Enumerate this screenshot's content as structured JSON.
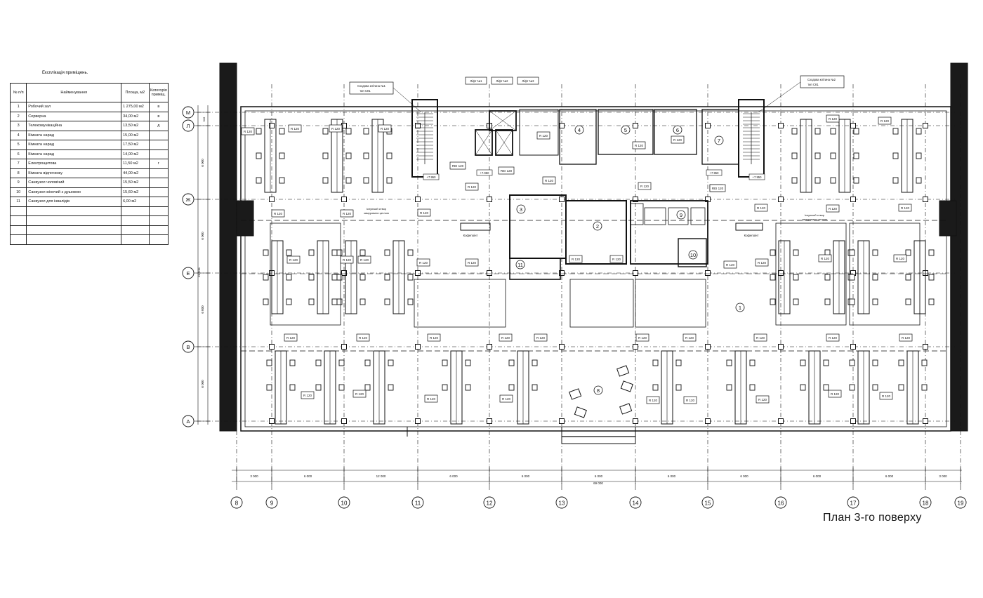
{
  "explication": {
    "title": "Експлікація приміщень.",
    "headers": {
      "num": "№ п/п",
      "name": "Найменування",
      "area": "Площа, м2",
      "category": "Категорія приміщ."
    },
    "rows": [
      {
        "num": "1",
        "name": "Робочий зал",
        "area": "1 275,00 м2",
        "category": "в"
      },
      {
        "num": "2",
        "name": "Серверна",
        "area": "34,00 м2",
        "category": "в"
      },
      {
        "num": "3",
        "name": "Телекомунікаційна",
        "area": "13,50 м2",
        "category": "д"
      },
      {
        "num": "4",
        "name": "Кімната нарад",
        "area": "15,00 м2",
        "category": ""
      },
      {
        "num": "5",
        "name": "Кімната нарад",
        "area": "17,50 м2",
        "category": ""
      },
      {
        "num": "6",
        "name": "Кімната нарад",
        "area": "14,00 м2",
        "category": ""
      },
      {
        "num": "7",
        "name": "Електрощитова",
        "area": "11,50 м2",
        "category": "г"
      },
      {
        "num": "8",
        "name": "Кімната відпочинку",
        "area": "44,00 м2",
        "category": ""
      },
      {
        "num": "9",
        "name": "Санвузол чоловічий",
        "area": "15,50 м2",
        "category": ""
      },
      {
        "num": "10",
        "name": "Санвузол жіночий з душовою",
        "area": "15,60 м2",
        "category": ""
      },
      {
        "num": "11",
        "name": "Санвузол для інвалідів",
        "area": "6,00 м2",
        "category": ""
      }
    ]
  },
  "plan_title": "План 3-го поверху",
  "axes": {
    "vertical": [
      "8",
      "9",
      "10",
      "11",
      "12",
      "13",
      "14",
      "15",
      "16",
      "17",
      "18",
      "19"
    ],
    "horizontal": [
      "М",
      "Л",
      "Ж",
      "Е",
      "В",
      "А"
    ]
  },
  "dimensions": {
    "spans": [
      "3 000",
      "6 000",
      "12 000",
      "6 000",
      "6 000",
      "6 000",
      "6 000",
      "6 000",
      "6 000",
      "6 000",
      "3 000"
    ],
    "total": "69 000",
    "left": [
      "6 000",
      "6 000",
      "6 000",
      "6 000"
    ],
    "left_total": "24 915",
    "top_small": "915"
  },
  "rooms": [
    "1",
    "2",
    "3",
    "4",
    "5",
    "6",
    "7",
    "8",
    "9",
    "10",
    "11"
  ],
  "labels": {
    "stair1": "Сходова клітина №1 тип СК1",
    "stair2": "Сходова клітина №2 тип СК1",
    "lift1": "Ліфт №1",
    "lift2": "Ліфт №2",
    "lift3": "Ліфт №3",
    "fire_door": "R 120",
    "fire_door_ei": "REI 120",
    "coffee": "Кофепоінт",
    "vestibule": "Існуючий створ замуровати цеглою",
    "level": "+7.950"
  },
  "colors": {
    "line": "#111111",
    "wall": "#1a1a1a",
    "dash": "#444444"
  }
}
